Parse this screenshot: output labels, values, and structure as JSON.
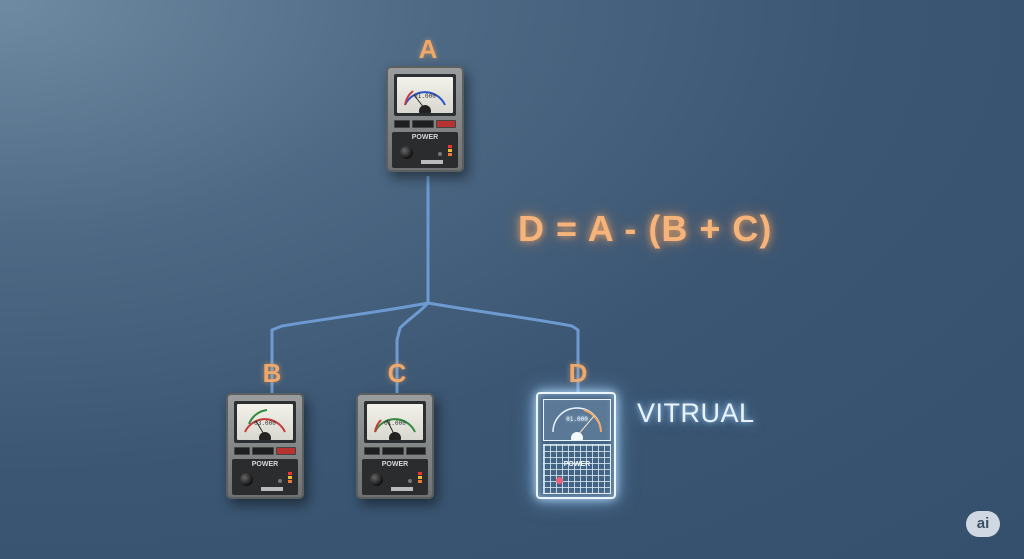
{
  "formula": "D = A - (B + C)",
  "virtual_label": "VITRUAL",
  "watermark": "ai",
  "nodes": [
    {
      "id": "A",
      "label": "A",
      "readout": "01.000",
      "power": "POWER",
      "arc_color": "#2b55c9"
    },
    {
      "id": "B",
      "label": "B",
      "readout": "03.000",
      "power": "POWER",
      "arc_color": "#c83a3a"
    },
    {
      "id": "C",
      "label": "C",
      "readout": "01.000",
      "power": "POWER",
      "arc_color": "#2e8b3d"
    },
    {
      "id": "D",
      "label": "D",
      "readout": "01.000",
      "power": "POWER",
      "virtual": true
    }
  ],
  "colors": {
    "label": "#f0a868",
    "wire": "#6d9bd1",
    "glow": "#eaf6ff"
  }
}
